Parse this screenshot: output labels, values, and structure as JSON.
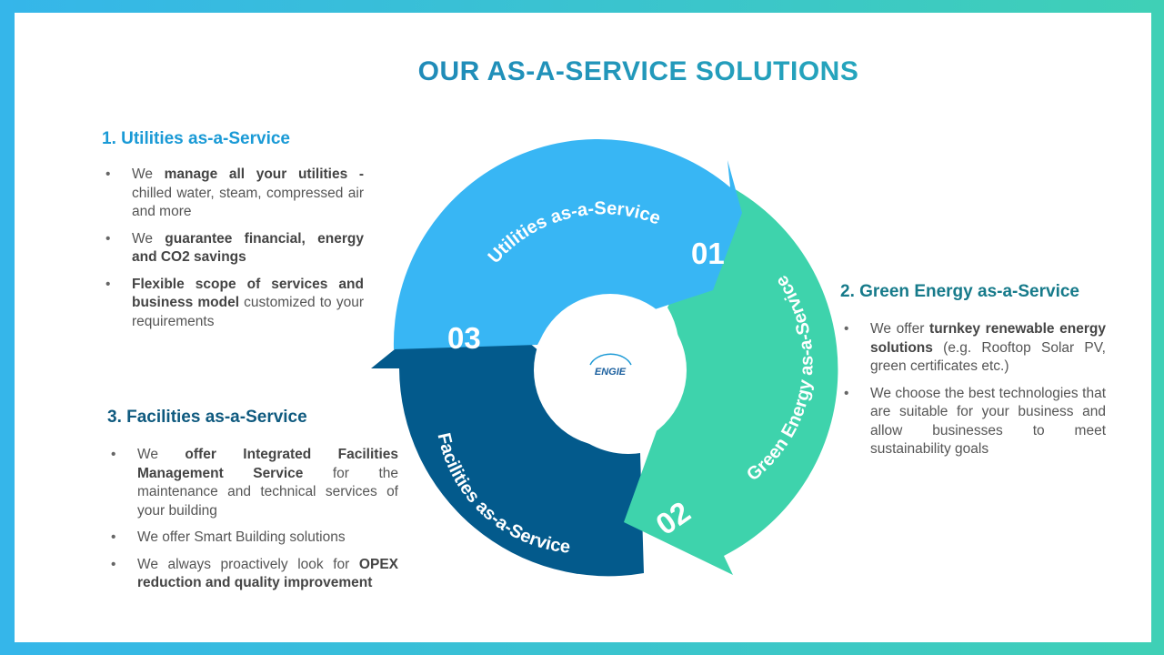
{
  "title": "OUR AS-A-SERVICE SOLUTIONS",
  "colors": {
    "utilities": "#38b6f4",
    "green": "#3ed3ac",
    "facilities": "#035a8c"
  },
  "cycle": {
    "s1_arrow_label": "Utilities as-a-Service",
    "s1_number": "01",
    "s2_arrow_label": "Green Energy as-a-Service",
    "s2_number": "02",
    "s3_arrow_label": "Facilities as-a-Service",
    "s3_number": "03",
    "logo_text": "ENGIE"
  },
  "sections": [
    {
      "title": "1. Utilities as-a-Service",
      "bullets": [
        [
          {
            "t": "We "
          },
          {
            "t": "manage all your utilities -",
            "b": true
          },
          {
            "t": " chilled water, steam, compressed air and more"
          }
        ],
        [
          {
            "t": "We "
          },
          {
            "t": "guarantee financial, energy and CO2 savings",
            "b": true
          }
        ],
        [
          {
            "t": "Flexible scope of services and business model",
            "b": true
          },
          {
            "t": " customized to your requirements"
          }
        ]
      ]
    },
    {
      "title": "2. Green Energy as-a-Service",
      "bullets": [
        [
          {
            "t": "We offer "
          },
          {
            "t": "turnkey renewable energy solutions",
            "b": true
          },
          {
            "t": " (e.g. Rooftop Solar PV, green certificates etc.)"
          }
        ],
        [
          {
            "t": "We choose the best technologies that are suitable for your business and allow businesses to meet sustainability goals"
          }
        ]
      ]
    },
    {
      "title": "3. Facilities as-a-Service",
      "bullets": [
        [
          {
            "t": "We "
          },
          {
            "t": "offer Integrated Facilities Management Service",
            "b": true
          },
          {
            "t": " for the maintenance and technical services of your building"
          }
        ],
        [
          {
            "t": "We offer Smart Building solutions"
          }
        ],
        [
          {
            "t": "We always proactively look for "
          },
          {
            "t": "OPEX reduction and quality improvement",
            "b": true
          }
        ]
      ]
    }
  ]
}
